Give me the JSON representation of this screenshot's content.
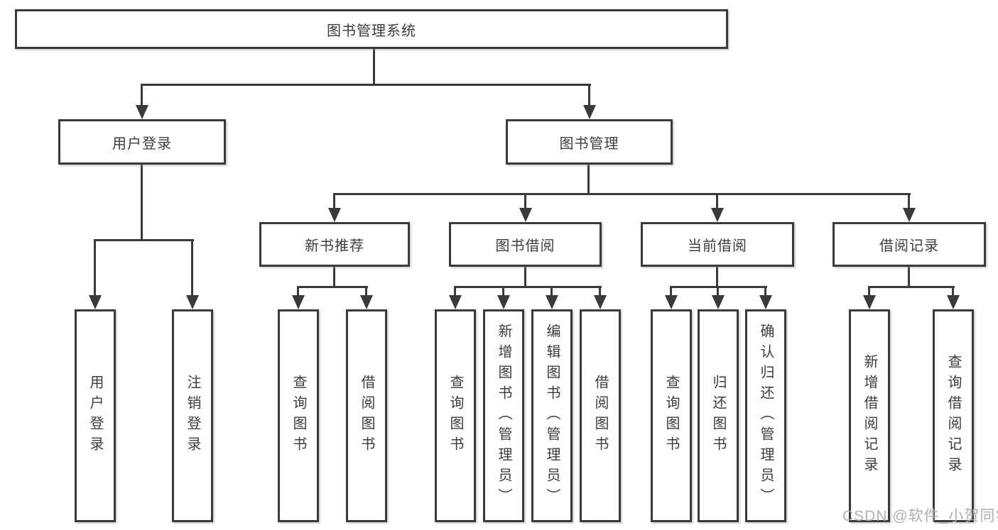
{
  "diagram": {
    "root": {
      "label": "图书管理系统"
    },
    "branches": [
      {
        "label": "用户登录",
        "children": [
          {
            "label": "用户登录"
          },
          {
            "label": "注销登录"
          }
        ]
      },
      {
        "label": "图书管理",
        "children": [
          {
            "label": "新书推荐",
            "children": [
              {
                "label": "查询图书"
              },
              {
                "label": "借阅图书"
              }
            ]
          },
          {
            "label": "图书借阅",
            "children": [
              {
                "label": "查询图书"
              },
              {
                "label": "新增图书（管理员）"
              },
              {
                "label": "编辑图书（管理员）"
              },
              {
                "label": "借阅图书"
              }
            ]
          },
          {
            "label": "当前借阅",
            "children": [
              {
                "label": "查询图书"
              },
              {
                "label": "归还图书"
              },
              {
                "label": "确认归还（管理员）"
              }
            ]
          },
          {
            "label": "借阅记录",
            "children": [
              {
                "label": "新增借阅记录"
              },
              {
                "label": "查询借阅记录"
              }
            ]
          }
        ]
      }
    ]
  },
  "watermark": {
    "text": "CSDN @软件_小贺同学"
  },
  "colors": {
    "line": "#3a3a3a",
    "box_background": "#ffffff",
    "text": "#3c3c3c",
    "watermark": "#acacac",
    "page_background": "#ffffff"
  }
}
